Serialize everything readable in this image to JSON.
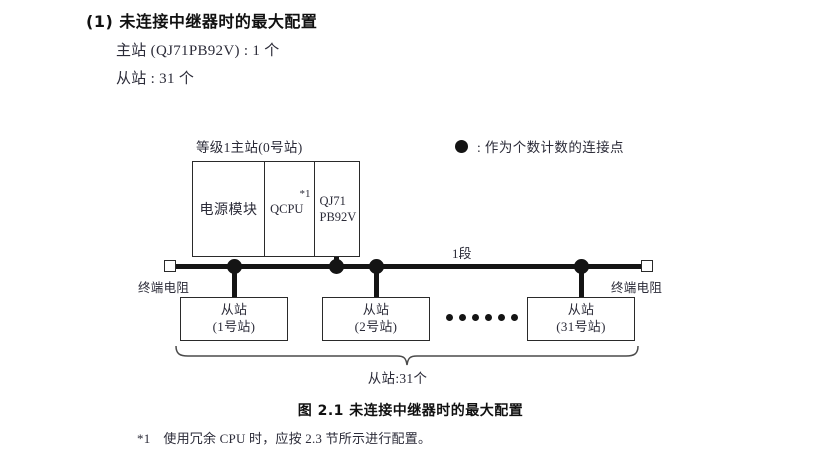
{
  "heading": {
    "title": "(1) 未连接中继器时的最大配置",
    "specs": [
      "主站 (QJ71PB92V) : 1 个",
      "从站 : 31 个"
    ]
  },
  "legend": {
    "symbol": "filled-circle",
    "text": ": 作为个数计数的连接点"
  },
  "diagram": {
    "master": {
      "label": "等级1主站(0号站)",
      "cells": {
        "power": "电源模块",
        "cpu": "QCPU",
        "cpu_note": "*1",
        "network_line1": "QJ71",
        "network_line2": "PB92V"
      }
    },
    "segment_label": "1段",
    "terminators": {
      "left": "终端电阻",
      "right": "终端电阻"
    },
    "slaves": [
      {
        "title": "从站",
        "station": "(1号站)"
      },
      {
        "title": "从站",
        "station": "(2号站)"
      },
      {
        "title": "从站",
        "station": "(31号站)"
      }
    ],
    "ellipsis_dots": 6,
    "total_label": "从站:31个"
  },
  "caption": "图 2.1  未连接中继器时的最大配置",
  "footnote": {
    "mark": "*1",
    "text": "使用冗余 CPU 时，应按 2.3 节所示进行配置。"
  },
  "colors": {
    "ink": "#141414",
    "text": "#2b2b38",
    "stroke": "#2a2a2a"
  }
}
